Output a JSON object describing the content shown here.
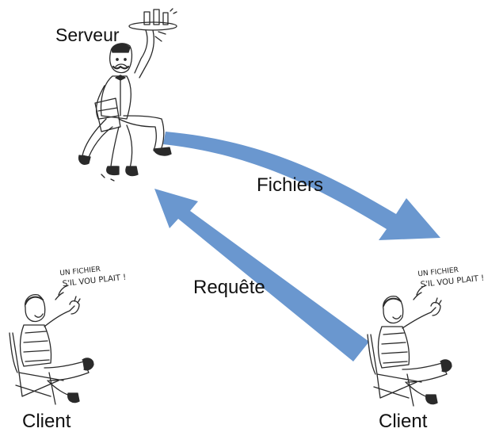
{
  "labels": {
    "server": "Serveur",
    "files": "Fichiers",
    "request": "Requête",
    "client_left": "Client",
    "client_right": "Client"
  },
  "speech": {
    "left_line1": "UN FICHIER",
    "left_line2": "S'IL VOU PLAIT !",
    "right_line1": "UN FICHIER",
    "right_line2": "S'IL VOU PLAIT !"
  },
  "colors": {
    "arrow": "#6a97cf",
    "ink": "#2a2a2a"
  },
  "icons": [
    "waiter-illustration",
    "seated-client-illustration",
    "files-arrow",
    "request-arrow"
  ]
}
